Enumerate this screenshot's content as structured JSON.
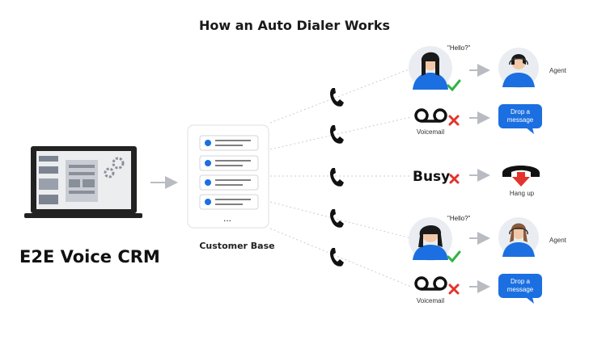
{
  "title": "How an Auto Dialer Works",
  "brand": "E2E Voice CRM",
  "customer_base_label": "Customer Base",
  "list_more": "...",
  "labels": {
    "hello": "\"Hello?\"",
    "agent": "Agent",
    "voicemail": "Voicemail",
    "busy": "Busy",
    "hang_up": "Hang up",
    "drop_line1": "Drop a",
    "drop_line2": "message"
  },
  "colors": {
    "accent_blue": "#1b6fe0",
    "success_green": "#2fb344",
    "error_red": "#e2342d",
    "arrow_gray": "#b8bcc2"
  },
  "icons": [
    "laptop-icon",
    "gear-icon",
    "phone-icon",
    "voicemail-icon",
    "check-icon",
    "cross-icon",
    "hang-up-icon",
    "person-avatar-icon",
    "chat-bubble-icon"
  ]
}
